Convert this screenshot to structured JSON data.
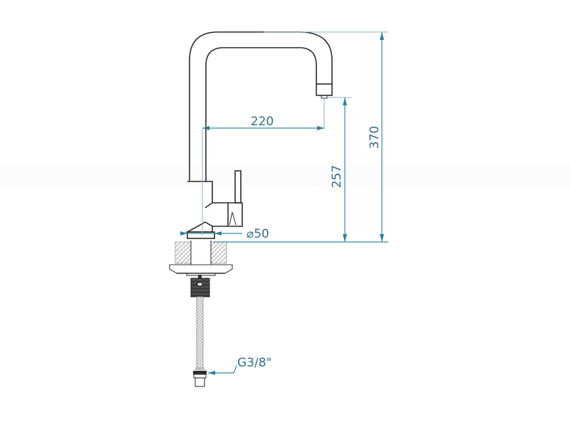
{
  "drawing": {
    "subject": "kitchen faucet technical drawing",
    "colors": {
      "outline": "#2b2b2b",
      "dimension": "#3a86a8",
      "dimension_text": "#2f6f8f",
      "background": "#ffffff"
    },
    "dimensions": {
      "spout_reach": {
        "label": "220",
        "unit": "mm"
      },
      "spout_height": {
        "label": "257",
        "unit": "mm"
      },
      "total_height": {
        "label": "370",
        "unit": "mm"
      },
      "base_diameter": {
        "label": "⌀50",
        "unit": "mm"
      },
      "connection": {
        "label": "G3/8\""
      }
    }
  }
}
